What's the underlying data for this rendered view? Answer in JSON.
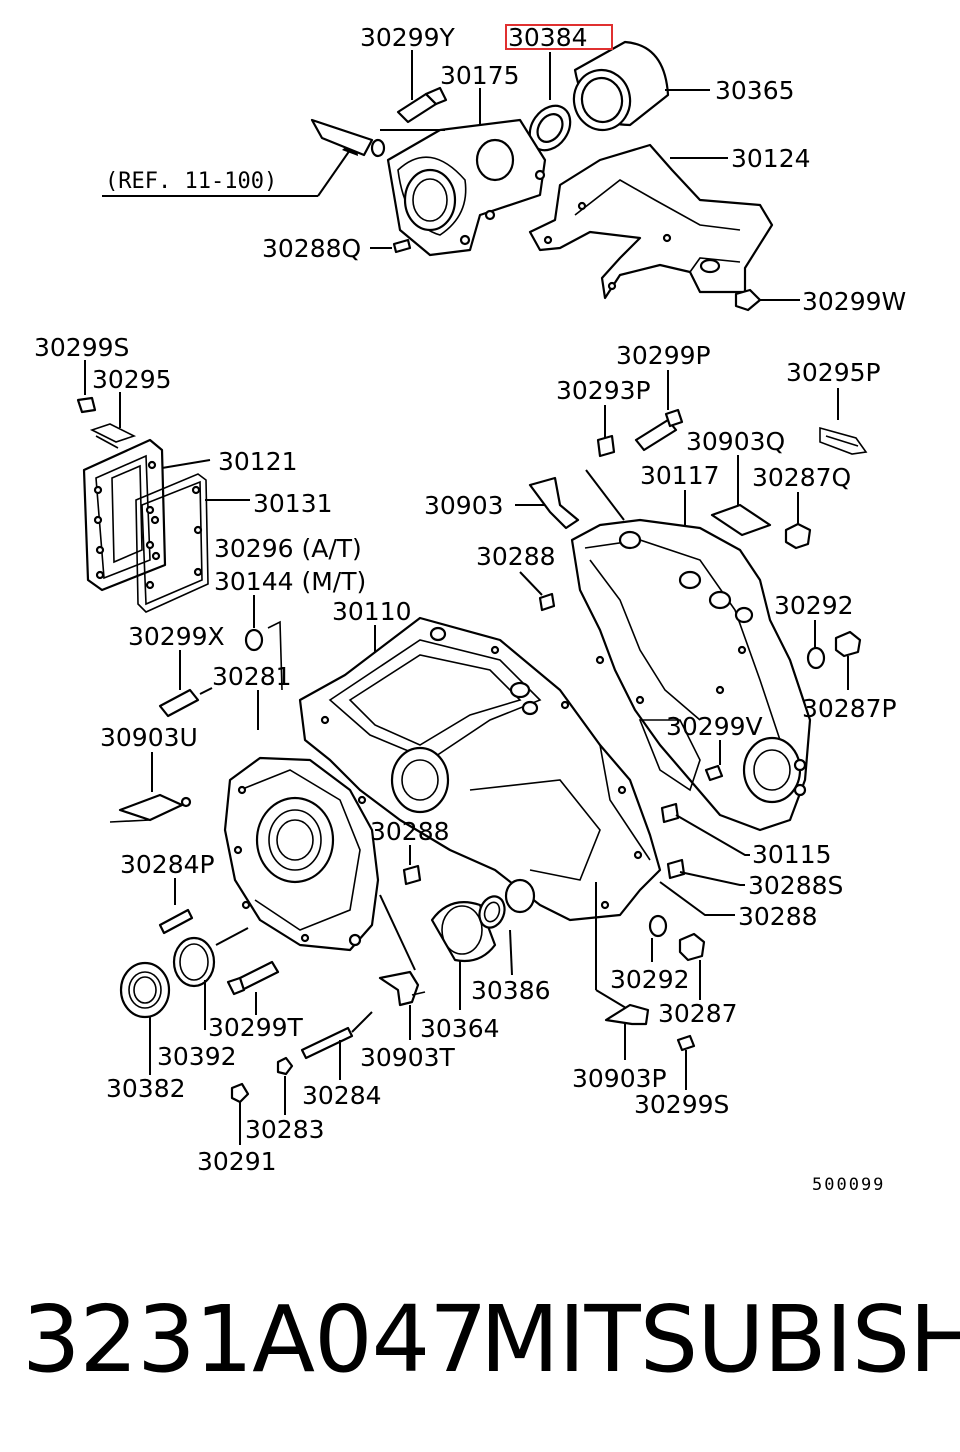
{
  "labels": {
    "l30299Y": "30299Y",
    "l30384": "30384",
    "l30175": "30175",
    "l30365": "30365",
    "l30124": "30124",
    "ref": "(REF. 11-100)",
    "l30288Q": "30288Q",
    "l30299W": "30299W",
    "l30299S_top": "30299S",
    "l30295": "30295",
    "l30121": "30121",
    "l30131": "30131",
    "l30296": "30296 (A/T)",
    "l30144": "30144 (M/T)",
    "l30299P": "30299P",
    "l30295P": "30295P",
    "l30293P": "30293P",
    "l30903Q": "30903Q",
    "l30117": "30117",
    "l30287Q": "30287Q",
    "l30903": "30903",
    "l30288_a": "30288",
    "l30110": "30110",
    "l30299X": "30299X",
    "l30292_a": "30292",
    "l30281": "30281",
    "l30287P": "30287P",
    "l30903U": "30903U",
    "l30299V": "30299V",
    "l30288_b": "30288",
    "l30115": "30115",
    "l30284P": "30284P",
    "l30288S": "30288S",
    "l30288_c": "30288",
    "l30292_b": "30292",
    "l30386": "30386",
    "l30287": "30287",
    "l30299T": "30299T",
    "l30364": "30364",
    "l30392": "30392",
    "l30903T": "30903T",
    "l30903P": "30903P",
    "l30382": "30382",
    "l30284": "30284",
    "l30299S_bot": "30299S",
    "l30283": "30283",
    "l30291": "30291",
    "diagram_code": "500099"
  },
  "highlight_color": "#e03030",
  "footer": {
    "part_number": "3231A047",
    "brand": "MITSUBISHI"
  }
}
